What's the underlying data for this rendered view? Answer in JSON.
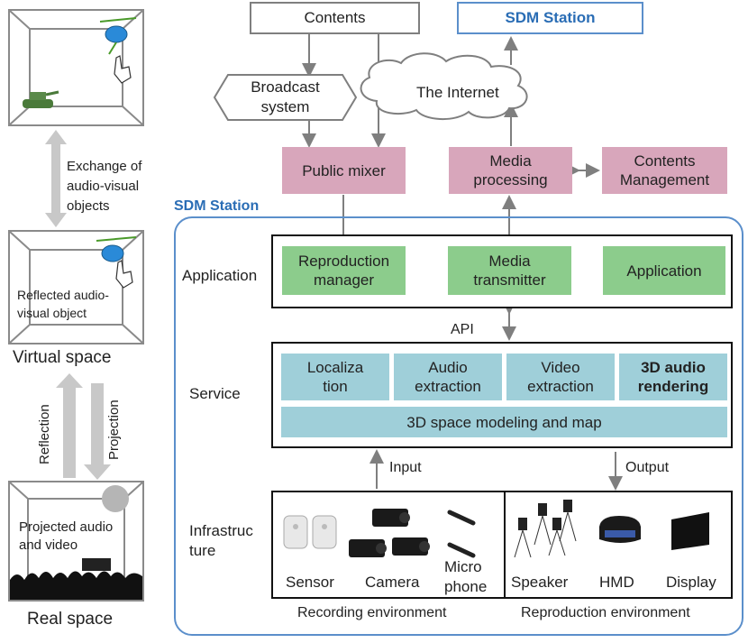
{
  "left": {
    "exchange_label": "Exchange of\naudio-visual\nobjects",
    "reflected_object_label": "Reflected audio-\nvisual object",
    "virtual_space_label": "Virtual space",
    "reflection_label": "Reflection",
    "projection_label": "Projection",
    "projected_label": "Projected audio\nand video",
    "real_space_label": "Real space"
  },
  "top": {
    "contents_label": "Contents",
    "sdm_station_top_label": "SDM Station",
    "broadcast_label": "Broadcast\nsystem",
    "internet_label": "The Internet",
    "public_mixer_label": "Public mixer",
    "media_processing_label": "Media\nprocessing",
    "contents_management_label": "Contents\nManagement"
  },
  "station": {
    "title": "SDM Station",
    "application_layer_label": "Application",
    "service_layer_label": "Service",
    "infrastructure_layer_label": "Infrastruc\nture",
    "reproduction_manager": "Reproduction\nmanager",
    "media_transmitter": "Media\ntransmitter",
    "application_box": "Application",
    "api_label": "API",
    "localization": "Localiza\ntion",
    "audio_extraction": "Audio\nextraction",
    "video_extraction": "Video\nextraction",
    "audio_rendering_3d": "3D audio\nrendering",
    "space_modeling": "3D space modeling and map",
    "input_label": "Input",
    "output_label": "Output",
    "sensor_label": "Sensor",
    "camera_label": "Camera",
    "microphone_label": "Micro\nphone",
    "speaker_label": "Speaker",
    "hmd_label": "HMD",
    "display_label": "Display",
    "recording_env_label": "Recording environment",
    "reproduction_env_label": "Reproduction environment"
  },
  "colors": {
    "station_blue": "#2a6db5",
    "pink": "#d8a6bb",
    "green": "#8ccc8c",
    "light_blue": "#9fcfd9",
    "arrow_gray": "#7f7f7f"
  }
}
